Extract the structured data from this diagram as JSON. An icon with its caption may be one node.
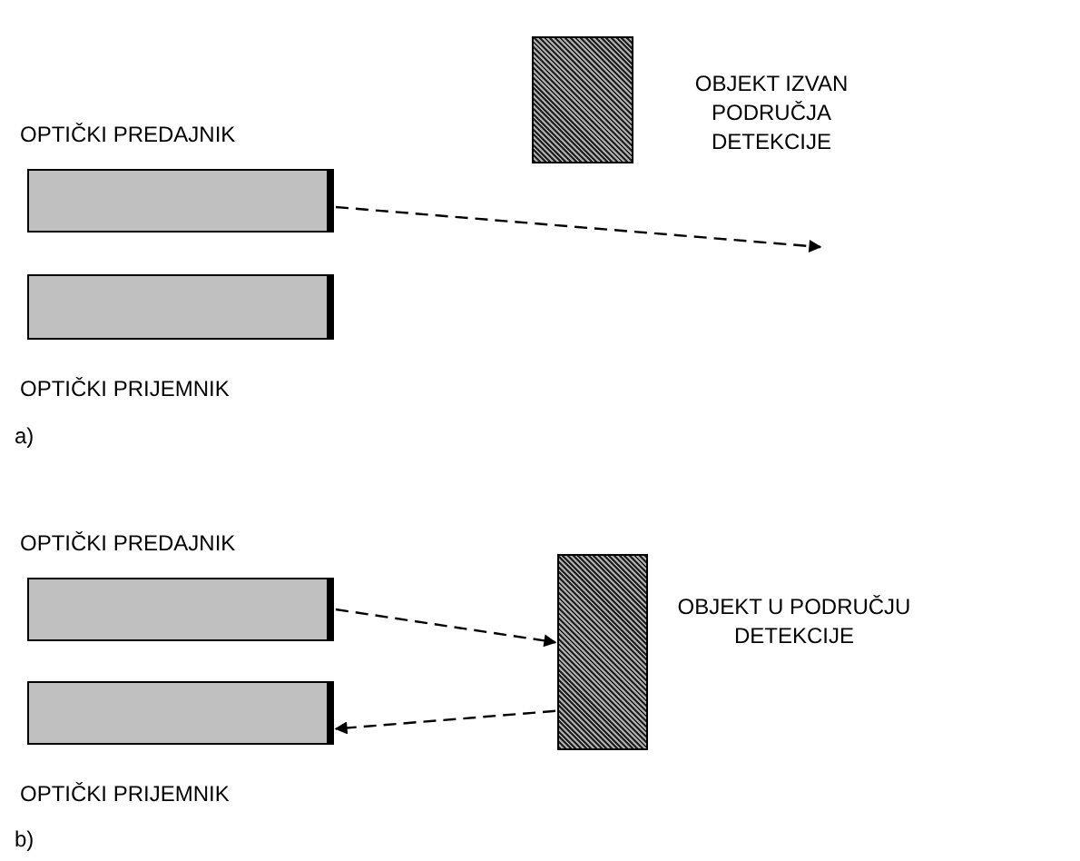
{
  "diagram": {
    "nodes": [
      {
        "text": [
          "OPTIČKI PREDAJNIK"
        ]
      },
      {
        "text": [
          "OPTIČKI PRIJEMNIK"
        ]
      },
      {
        "text": [],
        "shape": "box",
        "beside": [
          "OBJEKT IZVAN PODRUČJA DETEKCIJE"
        ]
      },
      {
        "text": [
          "OPTIČKI PREDAJNIK"
        ]
      },
      {
        "text": [
          "OPTIČKI PRIJEMNIK"
        ]
      },
      {
        "text": [],
        "shape": "box",
        "beside": [
          "OBJEKT U PODRUČJU DETEKCIJE"
        ]
      }
    ],
    "edges": [
      {
        "from": 0,
        "to": null,
        "arrow": "to",
        "style": "dashed"
      },
      {
        "from": 3,
        "to": 5,
        "arrow": "to",
        "style": "dashed"
      },
      {
        "from": 5,
        "to": 4,
        "arrow": "to",
        "style": "dashed"
      }
    ],
    "labels": [
      "a)",
      "b)"
    ]
  }
}
